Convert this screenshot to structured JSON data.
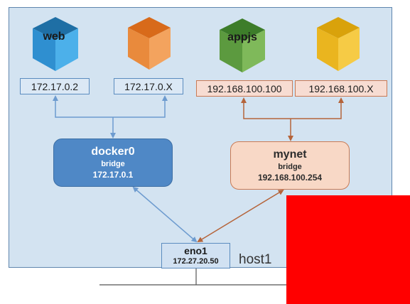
{
  "containers": {
    "web_label": "web",
    "appjs_label": "appjs"
  },
  "ips": {
    "web": "172.17.0.2",
    "docker_other": "172.17.0.X",
    "appjs": "192.168.100.100",
    "mynet_other": "192.168.100.X"
  },
  "bridges": {
    "docker0": {
      "name": "docker0",
      "kind": "bridge",
      "ip": "172.17.0.1"
    },
    "mynet": {
      "name": "mynet",
      "kind": "bridge",
      "ip": "192.168.100.254"
    }
  },
  "host": {
    "nic_name": "eno1",
    "nic_ip": "172.27.20.50",
    "label": "host1"
  },
  "colors": {
    "frame": "#d3e3f1",
    "blue_cube": "#2e86c1",
    "orange_cube": "#e67e22",
    "green_cube": "#6aa84f",
    "yellow_cube": "#f1c232",
    "blue_line": "#6d9bcf",
    "orange_line": "#b5643a",
    "redaction": "#ff0000"
  }
}
